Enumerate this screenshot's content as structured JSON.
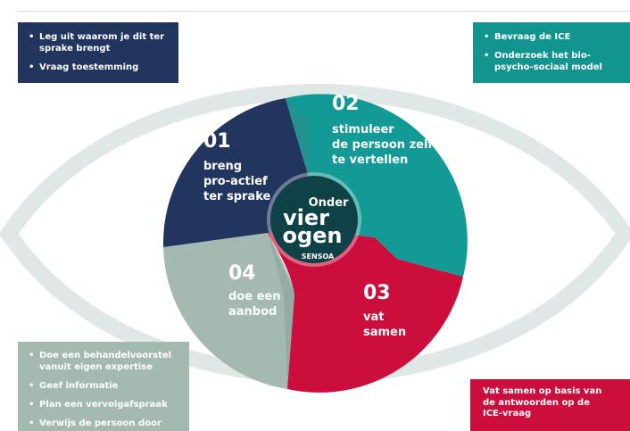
{
  "colors": {
    "navy": "#22355e",
    "teal": "#139a96",
    "red": "#cc0e3d",
    "sage": "#a4bab1",
    "eye_outline": "#dfe8e7",
    "center": "#0f4246",
    "bullet_box_teal": "#13958f"
  },
  "boxes": {
    "top_left": {
      "items": [
        "Leg uit waarom je dit ter sprake brengt",
        "Vraag toestemming"
      ]
    },
    "top_right": {
      "items": [
        "Bevraag de ICE",
        "Onderzoek het bio-psycho-sociaal model"
      ]
    },
    "bottom_left": {
      "items": [
        "Doe een behandelvoorstel vanuit eigen expertise",
        "Geef informatie",
        "Plan een vervolgafspraak",
        "Verwijs de persoon door"
      ]
    },
    "bottom_right": {
      "text": [
        "Vat samen op basis van",
        "de antwoorden op de",
        "ICE-vraag"
      ]
    }
  },
  "bullet": "•",
  "steps": [
    {
      "number": "01",
      "lines": [
        "breng",
        "pro-actief",
        "ter sprake"
      ]
    },
    {
      "number": "02",
      "lines": [
        "stimuleer",
        "de persoon zelf",
        "te vertellen"
      ]
    },
    {
      "number": "03",
      "lines": [
        "vat",
        "samen"
      ]
    },
    {
      "number": "04",
      "lines": [
        "doe een",
        "aanbod"
      ]
    }
  ],
  "center": {
    "line1": "Onder",
    "line2": "vier",
    "line3": "ogen",
    "brand": "SENSOA"
  }
}
